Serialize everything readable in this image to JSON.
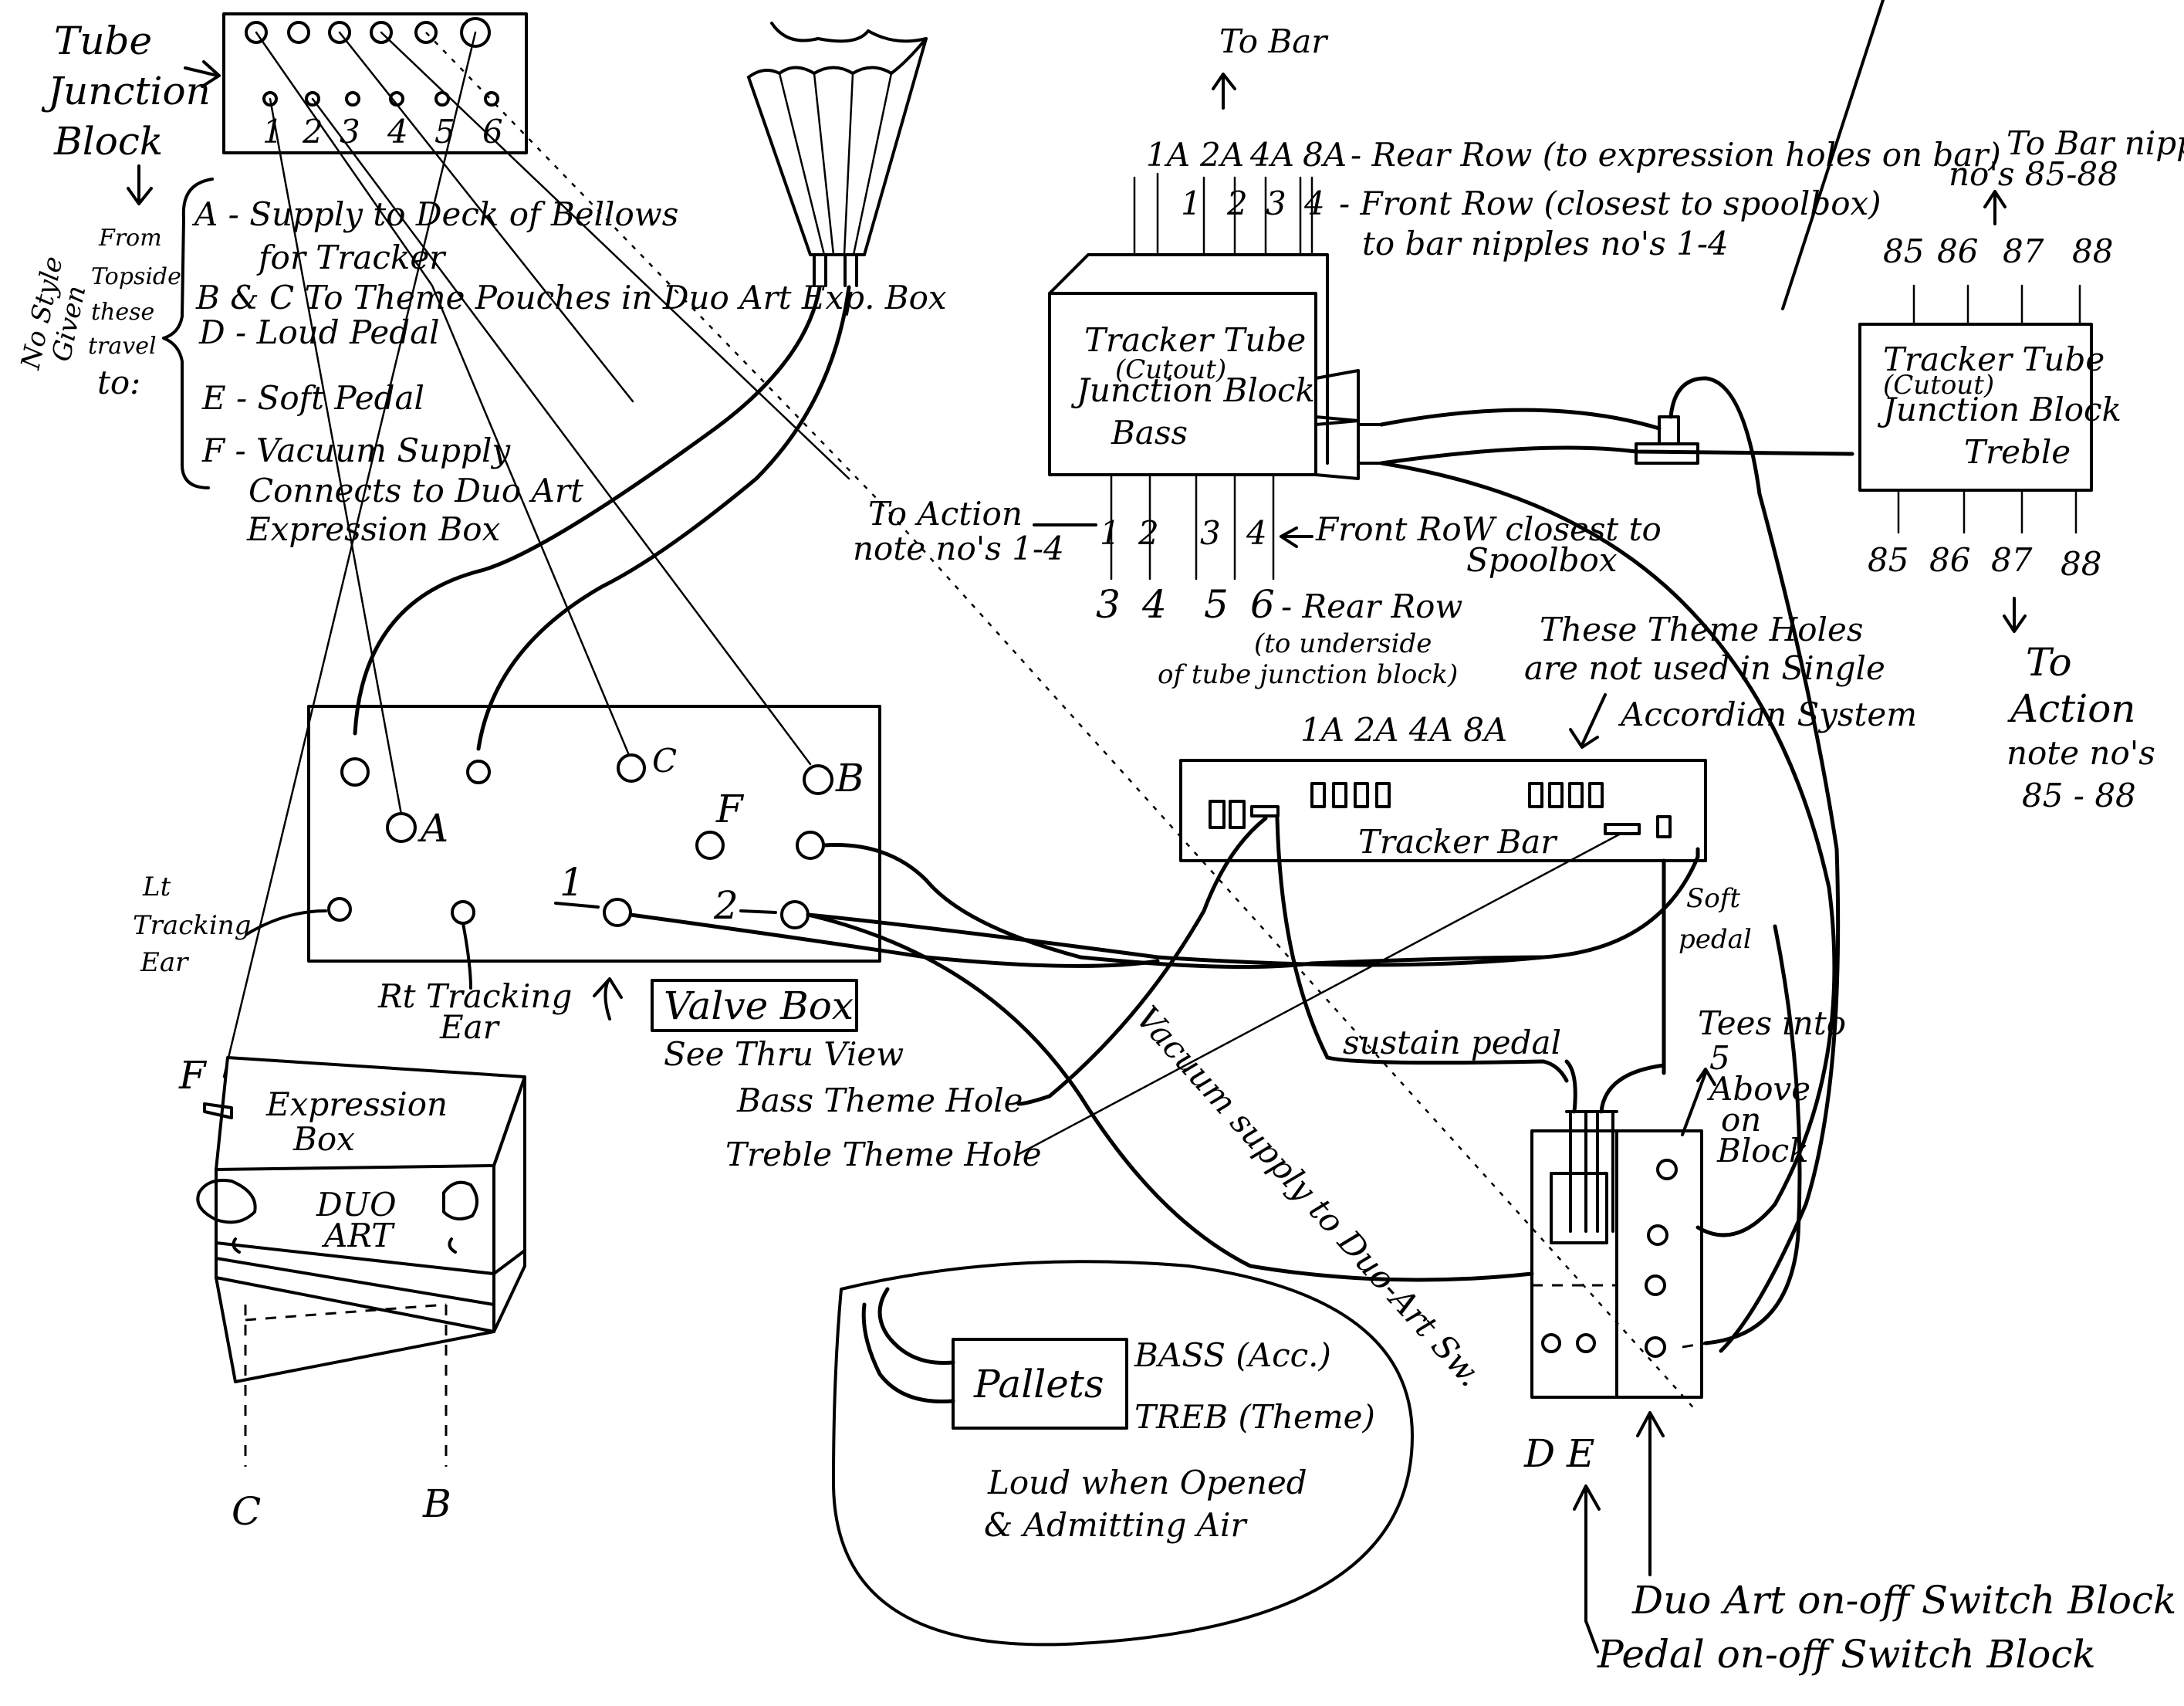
{
  "tube_junction_block": {
    "title_line1": "Tube",
    "title_line2": "Junction",
    "title_line3": "Block",
    "numbers": [
      "1",
      "2",
      "3",
      "4",
      "5",
      "6"
    ]
  },
  "legend": {
    "side_note_line1": "No Style",
    "side_note_line2": "Given",
    "from_line1": "From",
    "from_line2": "Topside",
    "from_line3": "these",
    "from_line4": "travel",
    "from_line5": "to:",
    "entry_a_line1": "A - Supply to Deck of Bellows",
    "entry_a_line2": "for Tracker",
    "entry_bc": "B & C To Theme Pouches in Duo Art Exp. Box",
    "entry_d": "D - Loud Pedal",
    "entry_e": "E - Soft Pedal",
    "entry_f_line1": "F - Vacuum Supply",
    "entry_f_line2": "Connects to Duo Art",
    "entry_f_line3": "Expression Box"
  },
  "bass_block": {
    "to_bar": "To Bar",
    "rear_row_numbers": [
      "1A",
      "2A",
      "4A",
      "8A"
    ],
    "rear_row_label": "- Rear Row (to expression holes on bar)",
    "front_row_numbers": [
      "1",
      "2",
      "3",
      "4"
    ],
    "front_row_label_line1": "- Front Row (closest to spoolbox)",
    "front_row_label_line2": "to bar nipples no's 1-4",
    "box_line1": "Tracker Tube",
    "box_line2": "(Cutout)",
    "box_line3": "Junction Block",
    "box_line4": "Bass",
    "bottom_front_numbers": [
      "1",
      "2",
      "3",
      "4"
    ],
    "bottom_front_label_line1": "Front RoW closest to",
    "bottom_front_label_line2": "Spoolbox",
    "bottom_rear_numbers": [
      "3",
      "4",
      "5",
      "6"
    ],
    "bottom_rear_label_line1": "- Rear Row",
    "bottom_rear_label_line2": "(to underside",
    "bottom_rear_label_line3": "of tube junction block)",
    "to_action_line1": "To Action",
    "to_action_line2": "note no's 1-4"
  },
  "treble_block": {
    "to_bar_line1": "To Bar nipples",
    "to_bar_line2": "no's 85-88",
    "top_numbers": [
      "85",
      "86",
      "87",
      "88"
    ],
    "box_line1": "Tracker Tube",
    "box_line2": "(Cutout)",
    "box_line3": "Junction Block",
    "box_line4": "Treble",
    "bottom_numbers": [
      "85",
      "86",
      "87",
      "88"
    ],
    "to_action_line1": "To",
    "to_action_line2": "Action",
    "to_action_line3": "note no's",
    "to_action_line4": "85 - 88"
  },
  "theme_holes_note": {
    "line1": "These Theme Holes",
    "line2": "are not used in Single",
    "line3": "Accordian System"
  },
  "tracker_bar": {
    "top_label": "1A 2A 4A 8A",
    "label": "Tracker Bar",
    "soft_pedal_line1": "Soft",
    "soft_pedal_line2": "pedal"
  },
  "valve_box": {
    "hole_labels": {
      "c": "C",
      "b": "B",
      "a": "A",
      "f": "F",
      "one": "1",
      "two": "2"
    },
    "lt_ear_line1": "Lt",
    "lt_ear_line2": "Tracking",
    "lt_ear_line3": "Ear",
    "rt_ear_line1": "Rt Tracking",
    "rt_ear_line2": "Ear",
    "title": "Valve Box",
    "subtitle": "See Thru View"
  },
  "theme_holes": {
    "bass": "Bass Theme Hole",
    "treble": "Treble Theme Hole"
  },
  "vacuum_label": "Vacuum supply to Duo-Art Sw.",
  "sustain_label": "sustain pedal",
  "tees_note": {
    "line1": "Tees into",
    "line2": "5",
    "line3": "Above",
    "line4": "on",
    "line5": "Block"
  },
  "expression_box": {
    "f_label": "F",
    "title_line1": "Expression",
    "title_line2": "Box",
    "duo": "DUO",
    "art": "ART",
    "c_label": "C",
    "b_label": "B"
  },
  "pallets": {
    "label": "Pallets",
    "bass": "BASS (Acc.)",
    "treb": "TREB (Theme)",
    "note_line1": "Loud when Opened",
    "note_line2": "& Admitting Air"
  },
  "switch_block": {
    "d_label": "D",
    "e_label": "E",
    "duo_art_switch": "Duo Art on-off Switch Block",
    "pedal_switch": "Pedal on-off Switch Block"
  }
}
